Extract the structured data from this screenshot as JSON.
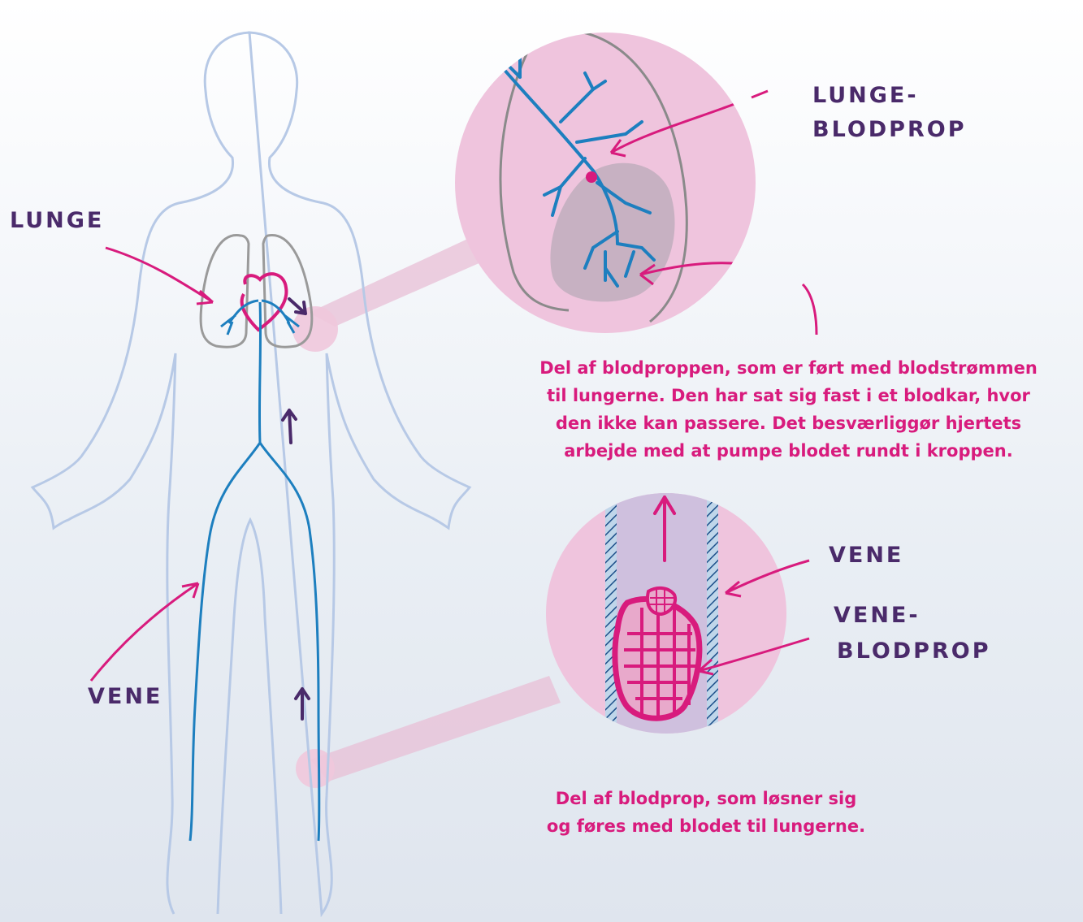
{
  "labels": {
    "lunge": "LUNGE",
    "lunge_blodprop": [
      "LUNGE-",
      "BLODPROP"
    ],
    "vene_left": "VENE",
    "vene_right": "VENE",
    "vene_blodprop": [
      "VENE-",
      "BLODPROP"
    ]
  },
  "notes": {
    "lung_embolus": [
      "Del af blodproppen, som er ført med blodstrømmen",
      "til lungerne. Den har sat sig fast i et blodkar, hvor",
      "den ikke kan passere. Det besværliggør hjertets",
      "arbejde med at pumpe blodet rundt i kroppen."
    ],
    "vein_clot": [
      "Del af blodprop, som løsner sig",
      "og føres med blodet til lungerne."
    ]
  },
  "colors": {
    "label_text": "#4a2a6a",
    "note_text": "#d81b7d",
    "arrow": "#d81b7d",
    "vein": "#1d7fbf",
    "body_outline": "#b7c9e6",
    "lung_outline": "#9a9a9a",
    "magnifier_fill": "#efc4dd",
    "clot": "#d81b7d",
    "flow_arrow": "#4a2a6a"
  }
}
